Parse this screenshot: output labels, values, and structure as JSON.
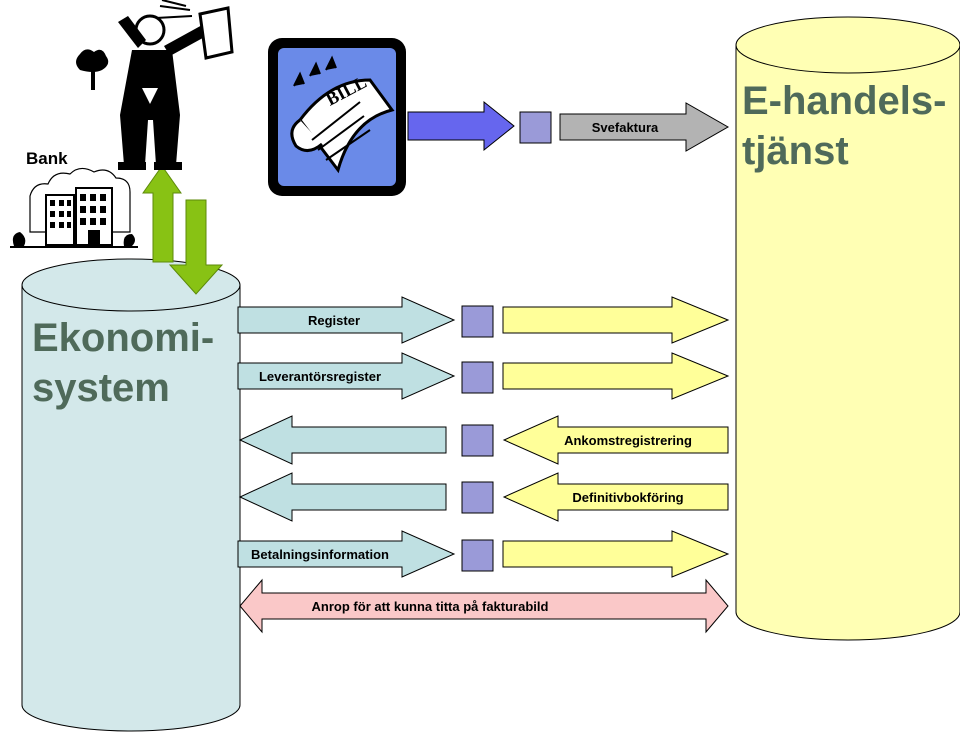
{
  "labels": {
    "bank": "Bank",
    "bill": "BILL",
    "svefaktura": "Svefaktura",
    "ekonomi_line1": "Ekonomi-",
    "ekonomi_line2": "system",
    "ehandel_line1": "E-handels-",
    "ehandel_line2": "tjänst",
    "register": "Register",
    "leverantorsregister": "Leverantörsregister",
    "ankomstregistrering": "Ankomstregistrering",
    "definitivbokforing": "Definitivbokföring",
    "betalningsinformation": "Betalningsinformation",
    "anrop": "Anrop för att kunna titta på fakturabild"
  },
  "colors": {
    "ekonomi_cylinder": "#d3e8ea",
    "ehandel_cylinder": "#ffffb4",
    "teal_arrow": "#bfe0e2",
    "yellow_arrow": "#ffff99",
    "gray_arrow": "#b3b3b3",
    "blue_arrow": "#6666ee",
    "green_arrow": "#88c214",
    "pink_arrow": "#fac8c8",
    "connector_box": "#9a9ad8",
    "heading_text": "#4f6a5a"
  },
  "icons": {
    "bank": "bank-building-icon",
    "person": "person-reading-paper-icon",
    "bill": "bill-document-icon"
  }
}
